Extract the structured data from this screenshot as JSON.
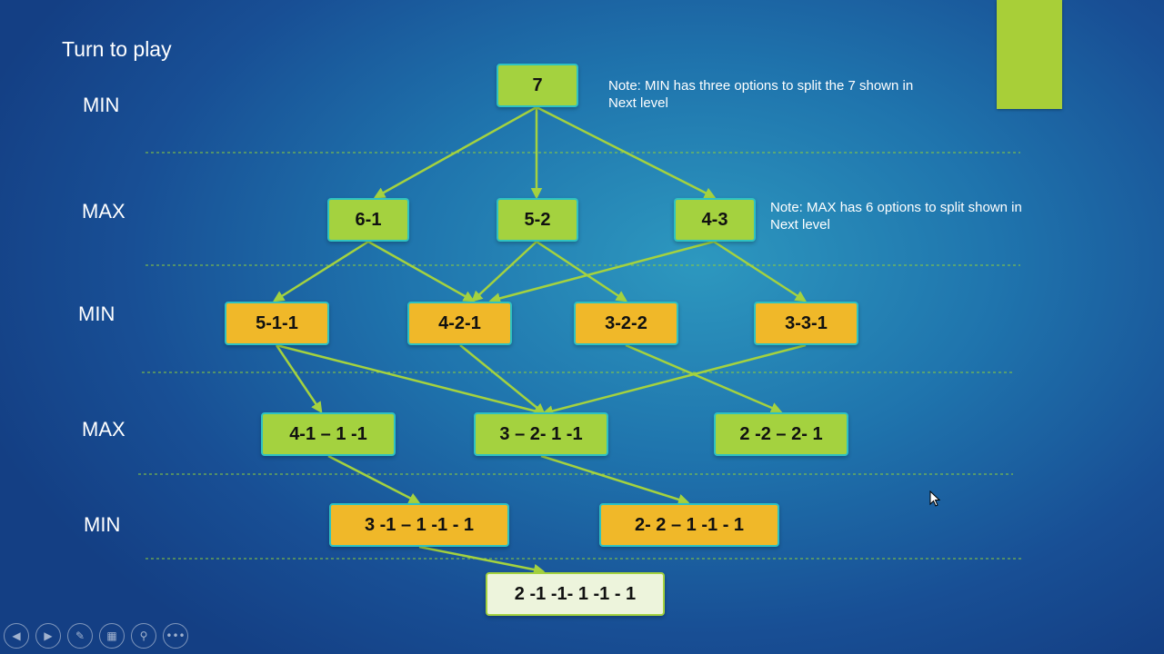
{
  "slide": {
    "heading": "Turn to play",
    "levels": [
      "MIN",
      "MAX",
      "MIN",
      "MAX",
      "MIN"
    ],
    "notes": {
      "min_note": "Note: MIN has three options to split the 7 shown in\nNext level",
      "max_note": "Note: MAX has 6 options to split shown in\nNext level"
    }
  },
  "diagram": {
    "nodes": [
      {
        "id": "n7",
        "label": "7",
        "style": "green"
      },
      {
        "id": "n61",
        "label": "6-1",
        "style": "green"
      },
      {
        "id": "n52",
        "label": "5-2",
        "style": "green"
      },
      {
        "id": "n43",
        "label": "4-3",
        "style": "green"
      },
      {
        "id": "n511",
        "label": "5-1-1",
        "style": "gold"
      },
      {
        "id": "n421",
        "label": "4-2-1",
        "style": "gold"
      },
      {
        "id": "n322",
        "label": "3-2-2",
        "style": "gold"
      },
      {
        "id": "n331",
        "label": "3-3-1",
        "style": "gold"
      },
      {
        "id": "n4111",
        "label": "4-1 – 1 -1",
        "style": "green"
      },
      {
        "id": "n3211",
        "label": "3 – 2- 1 -1",
        "style": "green"
      },
      {
        "id": "n2221",
        "label": "2 -2 – 2- 1",
        "style": "green"
      },
      {
        "id": "n31111",
        "label": "3 -1 – 1 -1 - 1",
        "style": "gold"
      },
      {
        "id": "n22111",
        "label": "2- 2 – 1 -1 - 1",
        "style": "gold"
      },
      {
        "id": "n211111",
        "label": "2 -1 -1- 1 -1 - 1",
        "style": "leaf"
      }
    ],
    "edges": [
      [
        "n7",
        "n61"
      ],
      [
        "n7",
        "n52"
      ],
      [
        "n7",
        "n43"
      ],
      [
        "n61",
        "n511"
      ],
      [
        "n61",
        "n421"
      ],
      [
        "n52",
        "n421"
      ],
      [
        "n52",
        "n322"
      ],
      [
        "n43",
        "n421"
      ],
      [
        "n43",
        "n331"
      ],
      [
        "n511",
        "n4111"
      ],
      [
        "n511",
        "n3211"
      ],
      [
        "n421",
        "n3211"
      ],
      [
        "n331",
        "n3211"
      ],
      [
        "n322",
        "n2221"
      ],
      [
        "n4111",
        "n31111"
      ],
      [
        "n3211",
        "n22111"
      ],
      [
        "n31111",
        "n211111"
      ]
    ],
    "colors": {
      "edge": "#a4d23f",
      "separator": "#8fcf3a",
      "node_green": "#a4d23f",
      "node_gold": "#f0b829",
      "node_leaf": "#edf4dc",
      "node_border": "#2ec2c2",
      "accent_block": "#a8cf38"
    }
  },
  "controls": [
    {
      "name": "previous-slide-button",
      "icon": "arrow-left-icon"
    },
    {
      "name": "next-slide-button",
      "icon": "arrow-right-icon"
    },
    {
      "name": "pen-tool-button",
      "icon": "pen-icon"
    },
    {
      "name": "slide-overview-button",
      "icon": "grid-icon"
    },
    {
      "name": "zoom-button",
      "icon": "magnifier-icon"
    },
    {
      "name": "more-options-button",
      "icon": "more-icon"
    }
  ]
}
